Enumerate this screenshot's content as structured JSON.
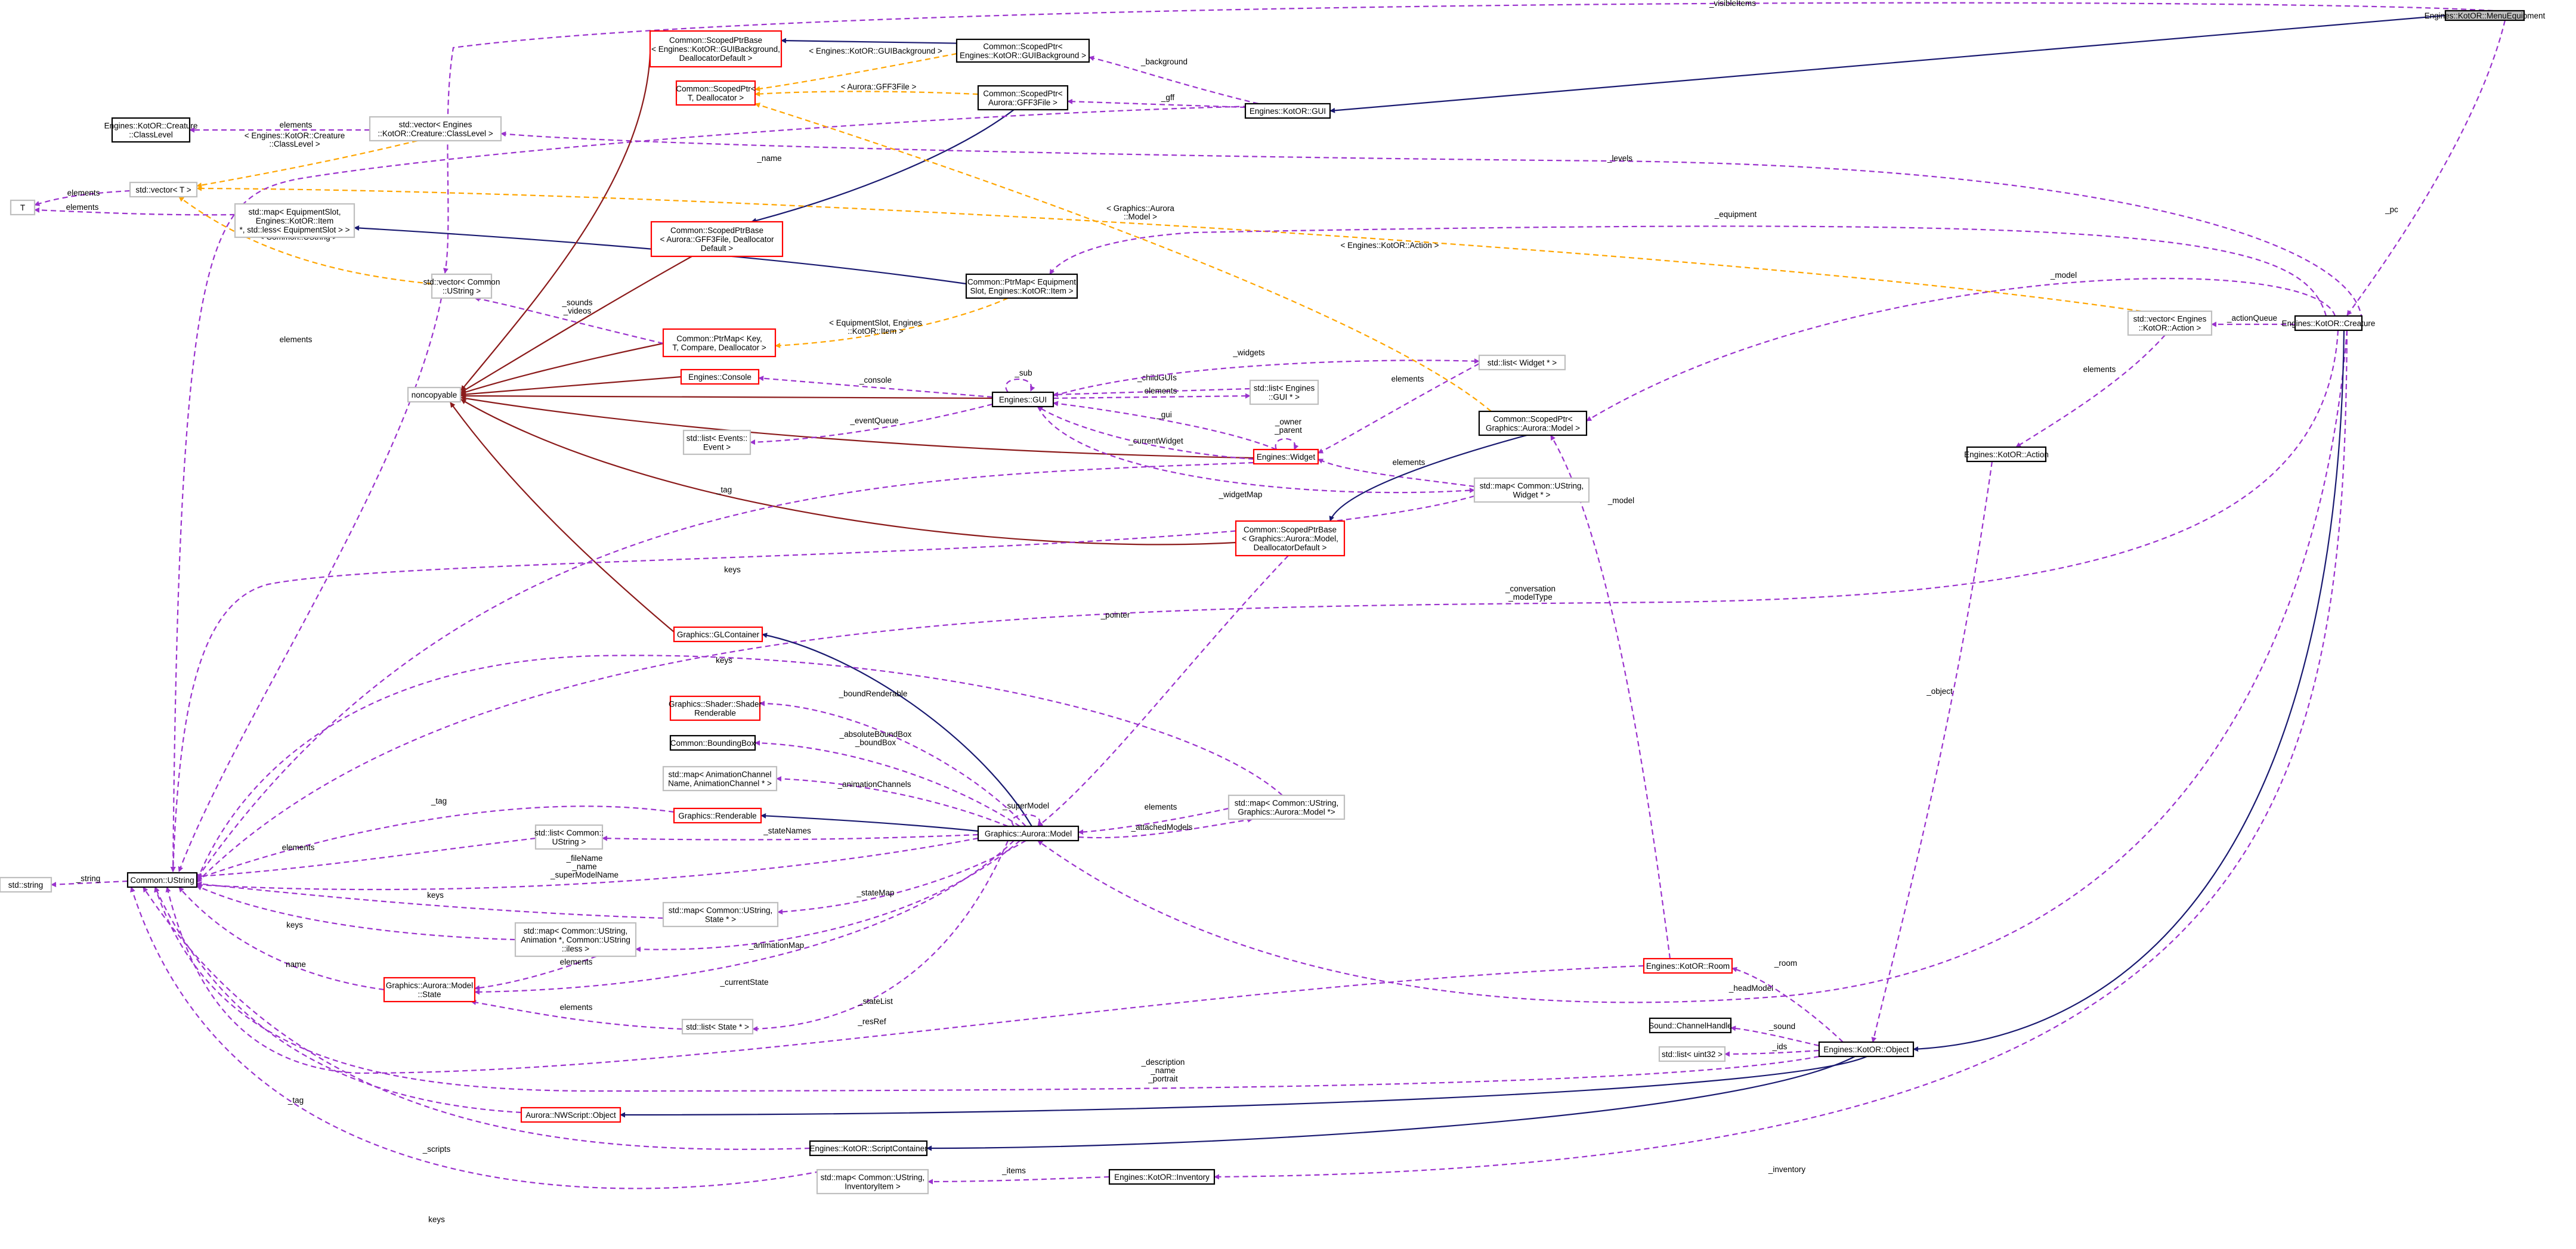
{
  "colors": {
    "inheritance": "#191970",
    "private_inheritance": "#8b1a1a",
    "usage": "#9a32cd",
    "template": "#ffa500",
    "class_border": "#000000",
    "template_border": "#ff0000",
    "external_border": "#bfbfbf",
    "highlight_fill": "#bfbfbf"
  },
  "nodes": {
    "menuequip": {
      "lines": [
        "Engines::KotOR::MenuEquipment"
      ],
      "kind": "hl"
    },
    "gui_kotor": {
      "lines": [
        "Engines::KotOR::GUI"
      ],
      "kind": "std"
    },
    "sp_guibg": {
      "lines": [
        "Common::ScopedPtr<",
        "Engines::KotOR::GUIBackground >"
      ],
      "kind": "std"
    },
    "spb_guibg": {
      "lines": [
        "Common::ScopedPtrBase",
        "< Engines::KotOR::GUIBackground,",
        "DeallocatorDefault >"
      ],
      "kind": "red"
    },
    "sp_t": {
      "lines": [
        "Common::ScopedPtr<",
        "T, Deallocator >"
      ],
      "kind": "red"
    },
    "sp_gff3": {
      "lines": [
        "Common::ScopedPtr<",
        "Aurora::GFF3File >"
      ],
      "kind": "std"
    },
    "creature_classlevel": {
      "lines": [
        "Engines::KotOR::Creature",
        "::ClassLevel"
      ],
      "kind": "std"
    },
    "vec_classlevel": {
      "lines": [
        "std::vector< Engines",
        "::KotOR::Creature::ClassLevel >"
      ],
      "kind": "gray"
    },
    "vec_t": {
      "lines": [
        "std::vector< T >"
      ],
      "kind": "gray"
    },
    "t": {
      "lines": [
        "T"
      ],
      "kind": "gray"
    },
    "map_equip": {
      "lines": [
        "std::map< EquipmentSlot,",
        "Engines::KotOR::Item",
        " *, std::less< EquipmentSlot > >"
      ],
      "kind": "gray"
    },
    "vec_ustring": {
      "lines": [
        "std::vector< Common",
        "::UString >"
      ],
      "kind": "gray"
    },
    "spb_gff3": {
      "lines": [
        "Common::ScopedPtrBase",
        "< Aurora::GFF3File, Deallocator",
        "Default >"
      ],
      "kind": "red"
    },
    "ptrmap_equip": {
      "lines": [
        "Common::PtrMap< Equipment",
        "Slot, Engines::KotOR::Item >"
      ],
      "kind": "std"
    },
    "ptrmap_key": {
      "lines": [
        "Common::PtrMap< Key,",
        "T, Compare, Deallocator >"
      ],
      "kind": "red"
    },
    "noncopyable": {
      "lines": [
        "noncopyable"
      ],
      "kind": "gray"
    },
    "console": {
      "lines": [
        "Engines::Console"
      ],
      "kind": "red"
    },
    "engines_gui": {
      "lines": [
        "Engines::GUI"
      ],
      "kind": "std"
    },
    "list_events": {
      "lines": [
        "std::list< Events::",
        "Event >"
      ],
      "kind": "gray"
    },
    "list_gui": {
      "lines": [
        "std::list< Engines",
        "::GUI * >"
      ],
      "kind": "gray"
    },
    "list_widget": {
      "lines": [
        "std::list< Widget * >"
      ],
      "kind": "gray"
    },
    "widget": {
      "lines": [
        "Engines::Widget"
      ],
      "kind": "red"
    },
    "sp_model": {
      "lines": [
        "Common::ScopedPtr<",
        "Graphics::Aurora::Model >"
      ],
      "kind": "std"
    },
    "map_widget": {
      "lines": [
        "std::map< Common::UString,",
        "Widget * >"
      ],
      "kind": "gray"
    },
    "spb_model": {
      "lines": [
        "Common::ScopedPtrBase",
        "< Graphics::Aurora::Model,",
        "DeallocatorDefault >"
      ],
      "kind": "red"
    },
    "vec_action": {
      "lines": [
        "std::vector< Engines",
        "::KotOR::Action >"
      ],
      "kind": "gray"
    },
    "creature": {
      "lines": [
        "Engines::KotOR::Creature"
      ],
      "kind": "std"
    },
    "action": {
      "lines": [
        "Engines::KotOR::Action"
      ],
      "kind": "std"
    },
    "glcontainer": {
      "lines": [
        "Graphics::GLContainer"
      ],
      "kind": "red"
    },
    "shader_renderable": {
      "lines": [
        "Graphics::Shader::Shader",
        "Renderable"
      ],
      "kind": "red"
    },
    "boundingbox": {
      "lines": [
        "Common::BoundingBox"
      ],
      "kind": "std"
    },
    "map_animchan": {
      "lines": [
        "std::map< AnimationChannel",
        "Name, AnimationChannel * >"
      ],
      "kind": "gray"
    },
    "renderable": {
      "lines": [
        "Graphics::Renderable"
      ],
      "kind": "red"
    },
    "map_model": {
      "lines": [
        "std::map< Common::UString,",
        "Graphics::Aurora::Model *>"
      ],
      "kind": "gray"
    },
    "aurora_model": {
      "lines": [
        "Graphics::Aurora::Model"
      ],
      "kind": "std"
    },
    "list_ustring": {
      "lines": [
        "std::list< Common::",
        "UString >"
      ],
      "kind": "gray"
    },
    "std_string": {
      "lines": [
        "std::string"
      ],
      "kind": "gray"
    },
    "ustring": {
      "lines": [
        "Common::UString"
      ],
      "kind": "std"
    },
    "map_state": {
      "lines": [
        "std::map< Common::UString,",
        "State * >"
      ],
      "kind": "gray"
    },
    "map_anim": {
      "lines": [
        "std::map< Common::UString,",
        "Animation *, Common::UString",
        "::iless >"
      ],
      "kind": "gray"
    },
    "model_state": {
      "lines": [
        "Graphics::Aurora::Model",
        "::State"
      ],
      "kind": "red"
    },
    "list_state": {
      "lines": [
        "std::list< State * >"
      ],
      "kind": "gray"
    },
    "room": {
      "lines": [
        "Engines::KotOR::Room"
      ],
      "kind": "red"
    },
    "channelhandle": {
      "lines": [
        "Sound::ChannelHandle"
      ],
      "kind": "std"
    },
    "list_uint32": {
      "lines": [
        "std::list< uint32 >"
      ],
      "kind": "gray"
    },
    "kotor_object": {
      "lines": [
        "Engines::KotOR::Object"
      ],
      "kind": "std"
    },
    "nwscript_object": {
      "lines": [
        "Aurora::NWScript::Object"
      ],
      "kind": "red"
    },
    "scriptcontainer": {
      "lines": [
        "Engines::KotOR::ScriptContainer"
      ],
      "kind": "std"
    },
    "map_inventory": {
      "lines": [
        "std::map< Common::UString,",
        "InventoryItem >"
      ],
      "kind": "gray"
    },
    "inventory": {
      "lines": [
        "Engines::KotOR::Inventory"
      ],
      "kind": "std"
    }
  },
  "edges": [
    {
      "id": "e1",
      "kind": "inh",
      "labels": []
    },
    {
      "id": "e2",
      "kind": "use",
      "labels": [
        "_visibleItems"
      ]
    },
    {
      "id": "e3",
      "kind": "use",
      "labels": [
        "_pc"
      ]
    },
    {
      "id": "e4",
      "kind": "inh",
      "labels": []
    },
    {
      "id": "e5",
      "kind": "tmpl",
      "labels": [
        "< Engines::KotOR::GUIBackground >"
      ]
    },
    {
      "id": "e6",
      "kind": "use",
      "labels": [
        "_background"
      ]
    },
    {
      "id": "e7",
      "kind": "tmpl",
      "labels": [
        "< Aurora::GFF3File >"
      ]
    },
    {
      "id": "e8",
      "kind": "use",
      "labels": [
        "_gff"
      ]
    },
    {
      "id": "e9",
      "kind": "inh",
      "labels": []
    },
    {
      "id": "e10",
      "kind": "use",
      "labels": [
        "elements"
      ]
    },
    {
      "id": "e11",
      "kind": "tmpl",
      "labels": [
        "< Engines::KotOR::Creature",
        "::ClassLevel >"
      ]
    },
    {
      "id": "e12",
      "kind": "use",
      "labels": [
        "_levels"
      ]
    },
    {
      "id": "e13",
      "kind": "use",
      "labels": [
        "elements"
      ]
    },
    {
      "id": "e14",
      "kind": "use",
      "labels": [
        "elements"
      ]
    },
    {
      "id": "e15",
      "kind": "tmpl",
      "labels": [
        "< Engines::KotOR::Action >"
      ]
    },
    {
      "id": "e16",
      "kind": "tmpl",
      "labels": [
        "< Common::UString >"
      ]
    },
    {
      "id": "e17",
      "kind": "inh",
      "labels": []
    },
    {
      "id": "e18",
      "kind": "use",
      "labels": [
        "_equipment"
      ]
    },
    {
      "id": "e19",
      "kind": "tmpl",
      "labels": [
        "< EquipmentSlot, Engines",
        "::KotOR::Item >"
      ]
    },
    {
      "id": "e20",
      "kind": "use",
      "labels": [
        "_name"
      ]
    },
    {
      "id": "e21",
      "kind": "use",
      "labels": [
        "elements"
      ]
    },
    {
      "id": "e22",
      "kind": "priv",
      "labels": []
    },
    {
      "id": "e23",
      "kind": "priv",
      "labels": []
    },
    {
      "id": "e24",
      "kind": "priv",
      "labels": []
    },
    {
      "id": "e25",
      "kind": "priv",
      "labels": []
    },
    {
      "id": "e26",
      "kind": "priv",
      "labels": []
    },
    {
      "id": "e27",
      "kind": "priv",
      "labels": []
    },
    {
      "id": "e28",
      "kind": "priv",
      "labels": []
    },
    {
      "id": "e29",
      "kind": "priv",
      "labels": []
    },
    {
      "id": "e30",
      "kind": "use",
      "labels": [
        "_sounds",
        "_videos"
      ]
    },
    {
      "id": "e31",
      "kind": "use",
      "labels": [
        "_console"
      ]
    },
    {
      "id": "e32",
      "kind": "use",
      "labels": [
        "_sub"
      ]
    },
    {
      "id": "e33",
      "kind": "use",
      "labels": [
        "_childGUIs"
      ]
    },
    {
      "id": "e34",
      "kind": "use",
      "labels": [
        "elements"
      ]
    },
    {
      "id": "e35",
      "kind": "use",
      "labels": [
        "_widgets"
      ]
    },
    {
      "id": "e36",
      "kind": "use",
      "labels": [
        "elements"
      ]
    },
    {
      "id": "e37",
      "kind": "use",
      "labels": [
        "_eventQueue"
      ]
    },
    {
      "id": "e38",
      "kind": "use",
      "labels": [
        "_currentWidget"
      ]
    },
    {
      "id": "e39",
      "kind": "use",
      "labels": [
        "_gui"
      ]
    },
    {
      "id": "e40",
      "kind": "use",
      "labels": [
        "_owner",
        "_parent"
      ]
    },
    {
      "id": "e41",
      "kind": "use",
      "labels": [
        "_widgetMap"
      ]
    },
    {
      "id": "e42",
      "kind": "use",
      "labels": [
        "elements"
      ]
    },
    {
      "id": "e43",
      "kind": "use",
      "labels": [
        "keys"
      ]
    },
    {
      "id": "e44",
      "kind": "tmpl",
      "labels": [
        "< Graphics::Aurora",
        "::Model >"
      ]
    },
    {
      "id": "e45",
      "kind": "inh",
      "labels": []
    },
    {
      "id": "e46",
      "kind": "use",
      "labels": [
        "_model"
      ]
    },
    {
      "id": "e47",
      "kind": "use",
      "labels": [
        "_model"
      ]
    },
    {
      "id": "e48",
      "kind": "use",
      "labels": [
        "_actionQueue"
      ]
    },
    {
      "id": "e49",
      "kind": "use",
      "labels": [
        "elements"
      ]
    },
    {
      "id": "e50",
      "kind": "use",
      "labels": [
        "_object"
      ]
    },
    {
      "id": "e51",
      "kind": "use",
      "labels": [
        "_tag"
      ]
    },
    {
      "id": "e52",
      "kind": "use",
      "labels": [
        "_conversation",
        "_modelType"
      ]
    },
    {
      "id": "e53",
      "kind": "use",
      "labels": [
        "_pointer"
      ]
    },
    {
      "id": "e54",
      "kind": "inh",
      "labels": []
    },
    {
      "id": "e55",
      "kind": "use",
      "labels": [
        "keys"
      ]
    },
    {
      "id": "e56",
      "kind": "use",
      "labels": [
        "_boundRenderable"
      ]
    },
    {
      "id": "e57",
      "kind": "use",
      "labels": [
        "_absoluteBoundBox",
        "_boundBox"
      ]
    },
    {
      "id": "e58",
      "kind": "use",
      "labels": [
        "_animationChannels"
      ]
    },
    {
      "id": "e59",
      "kind": "use",
      "labels": [
        "_tag"
      ]
    },
    {
      "id": "e60",
      "kind": "inh",
      "labels": []
    },
    {
      "id": "e61",
      "kind": "use",
      "labels": [
        "elements"
      ]
    },
    {
      "id": "e62",
      "kind": "use",
      "labels": [
        "_attachedModels"
      ]
    },
    {
      "id": "e63",
      "kind": "use",
      "labels": [
        "_superModel"
      ]
    },
    {
      "id": "e64",
      "kind": "use",
      "labels": [
        "_stateNames"
      ]
    },
    {
      "id": "e65",
      "kind": "use",
      "labels": [
        "elements"
      ]
    },
    {
      "id": "e66",
      "kind": "use",
      "labels": [
        "_string"
      ]
    },
    {
      "id": "e67",
      "kind": "use",
      "labels": [
        "_fileName",
        "_name",
        "_superModelName"
      ]
    },
    {
      "id": "e68",
      "kind": "use",
      "labels": [
        "_stateMap"
      ]
    },
    {
      "id": "e69",
      "kind": "use",
      "labels": [
        "keys"
      ]
    },
    {
      "id": "e70",
      "kind": "use",
      "labels": [
        "_animationMap"
      ]
    },
    {
      "id": "e71",
      "kind": "use",
      "labels": [
        "keys"
      ]
    },
    {
      "id": "e72",
      "kind": "use",
      "labels": [
        "elements"
      ]
    },
    {
      "id": "e73",
      "kind": "use",
      "labels": [
        "_currentState"
      ]
    },
    {
      "id": "e74",
      "kind": "use",
      "labels": [
        "name"
      ]
    },
    {
      "id": "e75",
      "kind": "use",
      "labels": [
        "elements"
      ]
    },
    {
      "id": "e76",
      "kind": "use",
      "labels": [
        "_stateList"
      ]
    },
    {
      "id": "e77",
      "kind": "use",
      "labels": [
        "_resRef"
      ]
    },
    {
      "id": "e78",
      "kind": "use",
      "labels": [
        "_headModel"
      ]
    },
    {
      "id": "e79",
      "kind": "use",
      "labels": [
        "_room"
      ]
    },
    {
      "id": "e80",
      "kind": "use",
      "labels": [
        "_sound"
      ]
    },
    {
      "id": "e81",
      "kind": "use",
      "labels": [
        "_ids"
      ]
    },
    {
      "id": "e82",
      "kind": "use",
      "labels": [
        "_description",
        "_name",
        "_portrait"
      ]
    },
    {
      "id": "e83",
      "kind": "inh",
      "labels": []
    },
    {
      "id": "e84",
      "kind": "use",
      "labels": [
        "_tag"
      ]
    },
    {
      "id": "e85",
      "kind": "inh",
      "labels": []
    },
    {
      "id": "e86",
      "kind": "inh",
      "labels": []
    },
    {
      "id": "e87",
      "kind": "use",
      "labels": [
        "_scripts"
      ]
    },
    {
      "id": "e88",
      "kind": "use",
      "labels": [
        "_inventory"
      ]
    },
    {
      "id": "e89",
      "kind": "use",
      "labels": [
        "_items"
      ]
    },
    {
      "id": "e90",
      "kind": "use",
      "labels": [
        "keys"
      ]
    }
  ]
}
